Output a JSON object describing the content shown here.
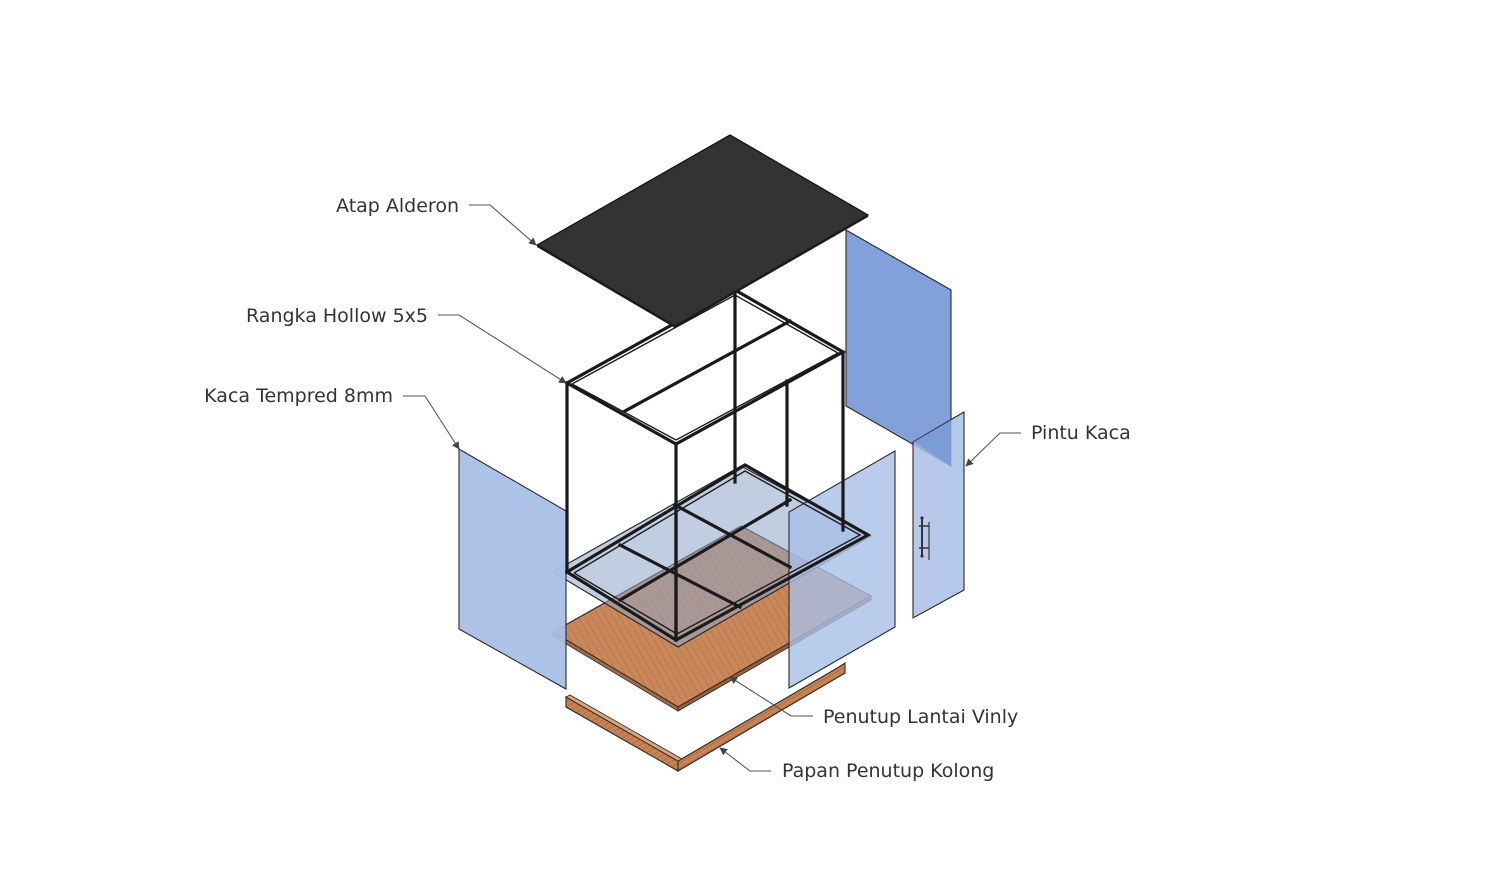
{
  "diagram": {
    "labels": {
      "roof": "Atap Alderon",
      "frame": "Rangka Hollow 5x5",
      "glass": "Kaca Tempred 8mm",
      "door": "Pintu Kaca",
      "floor": "Penutup Lantai Vinly",
      "skirt": "Papan Penutup Kolong"
    },
    "colors": {
      "roof": "#333333",
      "frame": "#1a1a1a",
      "glass_light": "#a9bfe6",
      "glass_dark": "#7f9fd9",
      "floor_wood": "#c9875a",
      "skirt_wood": "#c78152",
      "leader": "#555555",
      "text": "#333333"
    }
  }
}
